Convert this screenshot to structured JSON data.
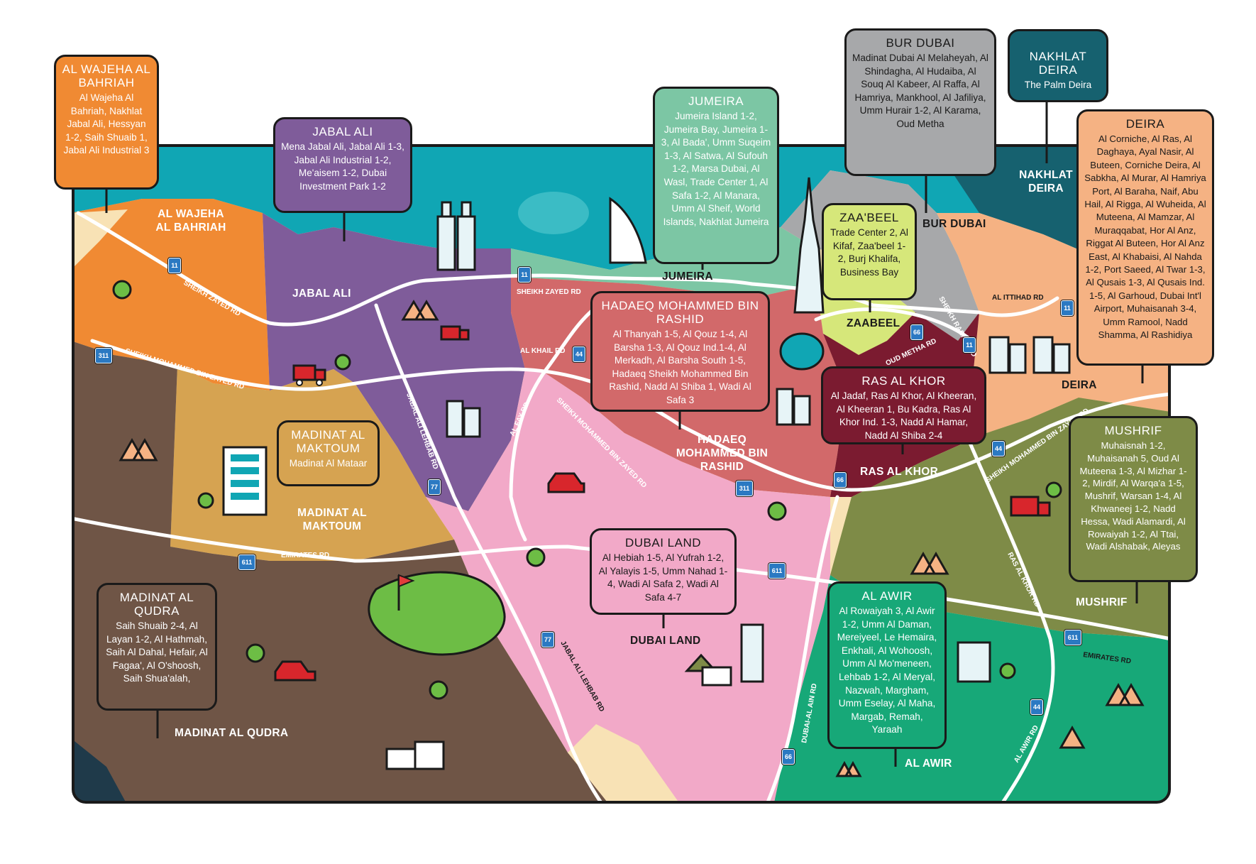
{
  "colors": {
    "sea": "#10a6b4",
    "al_wajeha": "#f08a33",
    "jabal_ali": "#7f5c9a",
    "jumeira": "#7cc6a4",
    "bur_dubai": "#a7a8aa",
    "nakhlat_deira": "#16616f",
    "deira": "#f5b283",
    "zaabeel": "#d6e77a",
    "hadaeq": "#d2696a",
    "ras_al_khor": "#7b1b30",
    "mushrif": "#7e8b47",
    "madinat_maktoum": "#d6a351",
    "dubai_land": "#f2a9c8",
    "al_awir": "#17a878",
    "madinat_qudra": "#6f5546",
    "sand": "#f8e2b5",
    "road": "#ffffff",
    "shield": "#2b79c2"
  },
  "callouts": {
    "al_wajeha": {
      "title": "AL WAJEHA AL BAHRIAH",
      "body": "Al Wajeha Al Bahriah, Nakhlat Jabal Ali, Hessyan 1-2, Saih Shuaib 1, Jabal Ali Industrial 3"
    },
    "jabal_ali": {
      "title": "JABAL ALI",
      "body": "Mena Jabal Ali, Jabal Ali 1-3, Jabal Ali Industrial 1-2, Me'aisem 1-2, Dubai Investment Park 1-2"
    },
    "jumeira": {
      "title": "JUMEIRA",
      "body": "Jumeira Island 1-2, Jumeira Bay, Jumeira 1-3, Al Bada', Umm Suqeim 1-3, Al Satwa, Al Sufouh 1-2, Marsa Dubai, Al Wasl, Trade Center 1, Al Safa 1-2, Al Manara, Umm Al Sheif, World Islands, Nakhlat Jumeira"
    },
    "bur_dubai": {
      "title": "BUR DUBAI",
      "body": "Madinat Dubai Al Melaheyah, Al Shindagha, Al Hudaiba, Al Souq Al Kabeer, Al Raffa, Al Hamriya, Mankhool, Al Jafiliya, Umm Hurair 1-2, Al Karama, Oud Metha"
    },
    "nakhlat_deira": {
      "title": "NAKHLAT DEIRA",
      "body": "The Palm Deira"
    },
    "deira": {
      "title": "DEIRA",
      "body": "Al Corniche, Al Ras, Al Daghaya, Ayal Nasir, Al Buteen, Corniche Deira, Al Sabkha, Al Murar, Al Hamriya Port, Al Baraha, Naif, Abu Hail, Al Rigga, Al Wuheida, Al Muteena, Al Mamzar, Al Muraqqabat, Hor Al Anz, Riggat Al Buteen, Hor Al Anz East, Al Khabaisi, Al Nahda 1-2, Port Saeed, Al Twar 1-3, Al Qusais 1-3, Al Qusais Ind. 1-5, Al Garhoud, Dubai Int'l Airport, Muhaisanah 3-4, Umm Ramool, Nadd Shamma, Al Rashidiya"
    },
    "zaabeel": {
      "title": "ZAA'BEEL",
      "body": "Trade Center 2, Al Kifaf, Zaa'beel 1-2, Burj Khalifa, Business Bay"
    },
    "hadaeq": {
      "title": "HADAEQ MOHAMMED BIN RASHID",
      "body": "Al Thanyah 1-5, Al Qouz 1-4, Al Barsha 1-3, Al Qouz Ind.1-4, Al Merkadh, Al Barsha South 1-5, Hadaeq Sheikh Mohammed Bin Rashid, Nadd Al Shiba 1, Wadi Al Safa 3"
    },
    "ras_al_khor": {
      "title": "RAS AL KHOR",
      "body": "Al Jadaf, Ras Al Khor, Al Kheeran, Al Kheeran 1, Bu Kadra, Ras Al Khor Ind. 1-3, Nadd Al Hamar, Nadd Al Shiba 2-4"
    },
    "mushrif": {
      "title": "MUSHRIF",
      "body": "Muhaisnah 1-2, Muhaisanah 5, Oud Al Muteena 1-3, Al Mizhar 1-2, Mirdif, Al Warqa'a 1-5, Mushrif, Warsan 1-4, Al Khwaneej 1-2, Nadd Hessa, Wadi Alamardi, Al Rowaiyah 1-2, Al Ttai, Wadi Alshabak, Aleyas"
    },
    "madinat_maktoum": {
      "title": "MADINAT AL MAKTOUM",
      "body": "Madinat Al Mataar"
    },
    "dubai_land": {
      "title": "DUBAI LAND",
      "body": "Al Hebiah 1-5, Al Yufrah 1-2, Al Yalayis 1-5, Umm Nahad 1-4, Wadi Al Safa 2, Wadi Al Safa 4-7"
    },
    "al_awir": {
      "title": "AL AWIR",
      "body": "Al Rowaiyah 3, Al Awir 1-2, Umm Al Daman, Mereiyeel, Le Hemaira, Enkhali, Al Wohoosh, Umm Al Mo'meneen, Lehbab 1-2, Al Meryal, Nazwah, Margham, Umm Eselay, Al Maha, Margab, Remah, Yaraah"
    },
    "madinat_qudra": {
      "title": "MADINAT AL QUDRA",
      "body": "Saih Shuaib 2-4, Al Layan 1-2, Al Hathmah, Saih Al Dahal, Hefair, Al Fagaa', Al O'shoosh, Saih Shua'alah,"
    }
  },
  "area_labels": {
    "al_wajeha": "AL WAJEHA AL BAHRIAH",
    "jabal_ali": "JABAL ALI",
    "jumeira": "JUMEIRA",
    "bur_dubai": "BUR DUBAI",
    "nakhlat_deira": "NAKHLAT DEIRA",
    "zaabeel": "ZAABEEL",
    "deira": "DEIRA",
    "hadaeq": "HADAEQ MOHAMMED BIN RASHID",
    "ras_al_khor": "RAS AL KHOR",
    "madinat_maktoum": "MADINAT AL MAKTOUM",
    "mushrif": "MUSHRIF",
    "dubai_land": "DUBAI LAND",
    "madinat_qudra": "MADINAT AL QUDRA",
    "al_awir": "AL AWIR"
  },
  "roads": {
    "szr_west": "SHEIKH ZAYED RD",
    "szr_mid": "SHEIKH ZAYED RD",
    "smbz_west": "SHEIKH MOHAMMED BIN ZAYED RD",
    "smbz_mid": "SHEIKH MOHAMMED BIN ZAYED RD",
    "smbz_east": "SHEIKH MOHAMMED BIN ZAYED RD",
    "al_khail": "AL KHAIL RD",
    "jabal_ali_lehbab_n": "JABAL ALI LEHBAB RD",
    "jabal_ali_lehbab_s": "JABAL ALI LEHBAB RD",
    "al_fay": "AL FAY RD",
    "emirates_w": "EMIRATES RD",
    "emirates_e": "EMIRATES RD",
    "oud_metha": "OUD METHA RD",
    "sheikh_rashid": "SHEIKH RASHID RD",
    "al_ittihad": "AL ITTIHAD RD",
    "ras_al_khor": "RAS AL KHOR RD",
    "dubai_al_ain": "DUBAI-AL AIN RD",
    "al_awir": "AL AWIR RD"
  },
  "shields": {
    "e11_a": "11",
    "e11_b": "11",
    "e11_c": "11",
    "e11_d": "11",
    "e311_a": "311",
    "e311_b": "311",
    "e611_a": "611",
    "e611_b": "611",
    "e611_c": "611",
    "e44_a": "44",
    "e44_b": "44",
    "e44_c": "44",
    "e66_a": "66",
    "e66_b": "66",
    "e66_c": "66",
    "e77_a": "77",
    "e77_b": "77"
  }
}
